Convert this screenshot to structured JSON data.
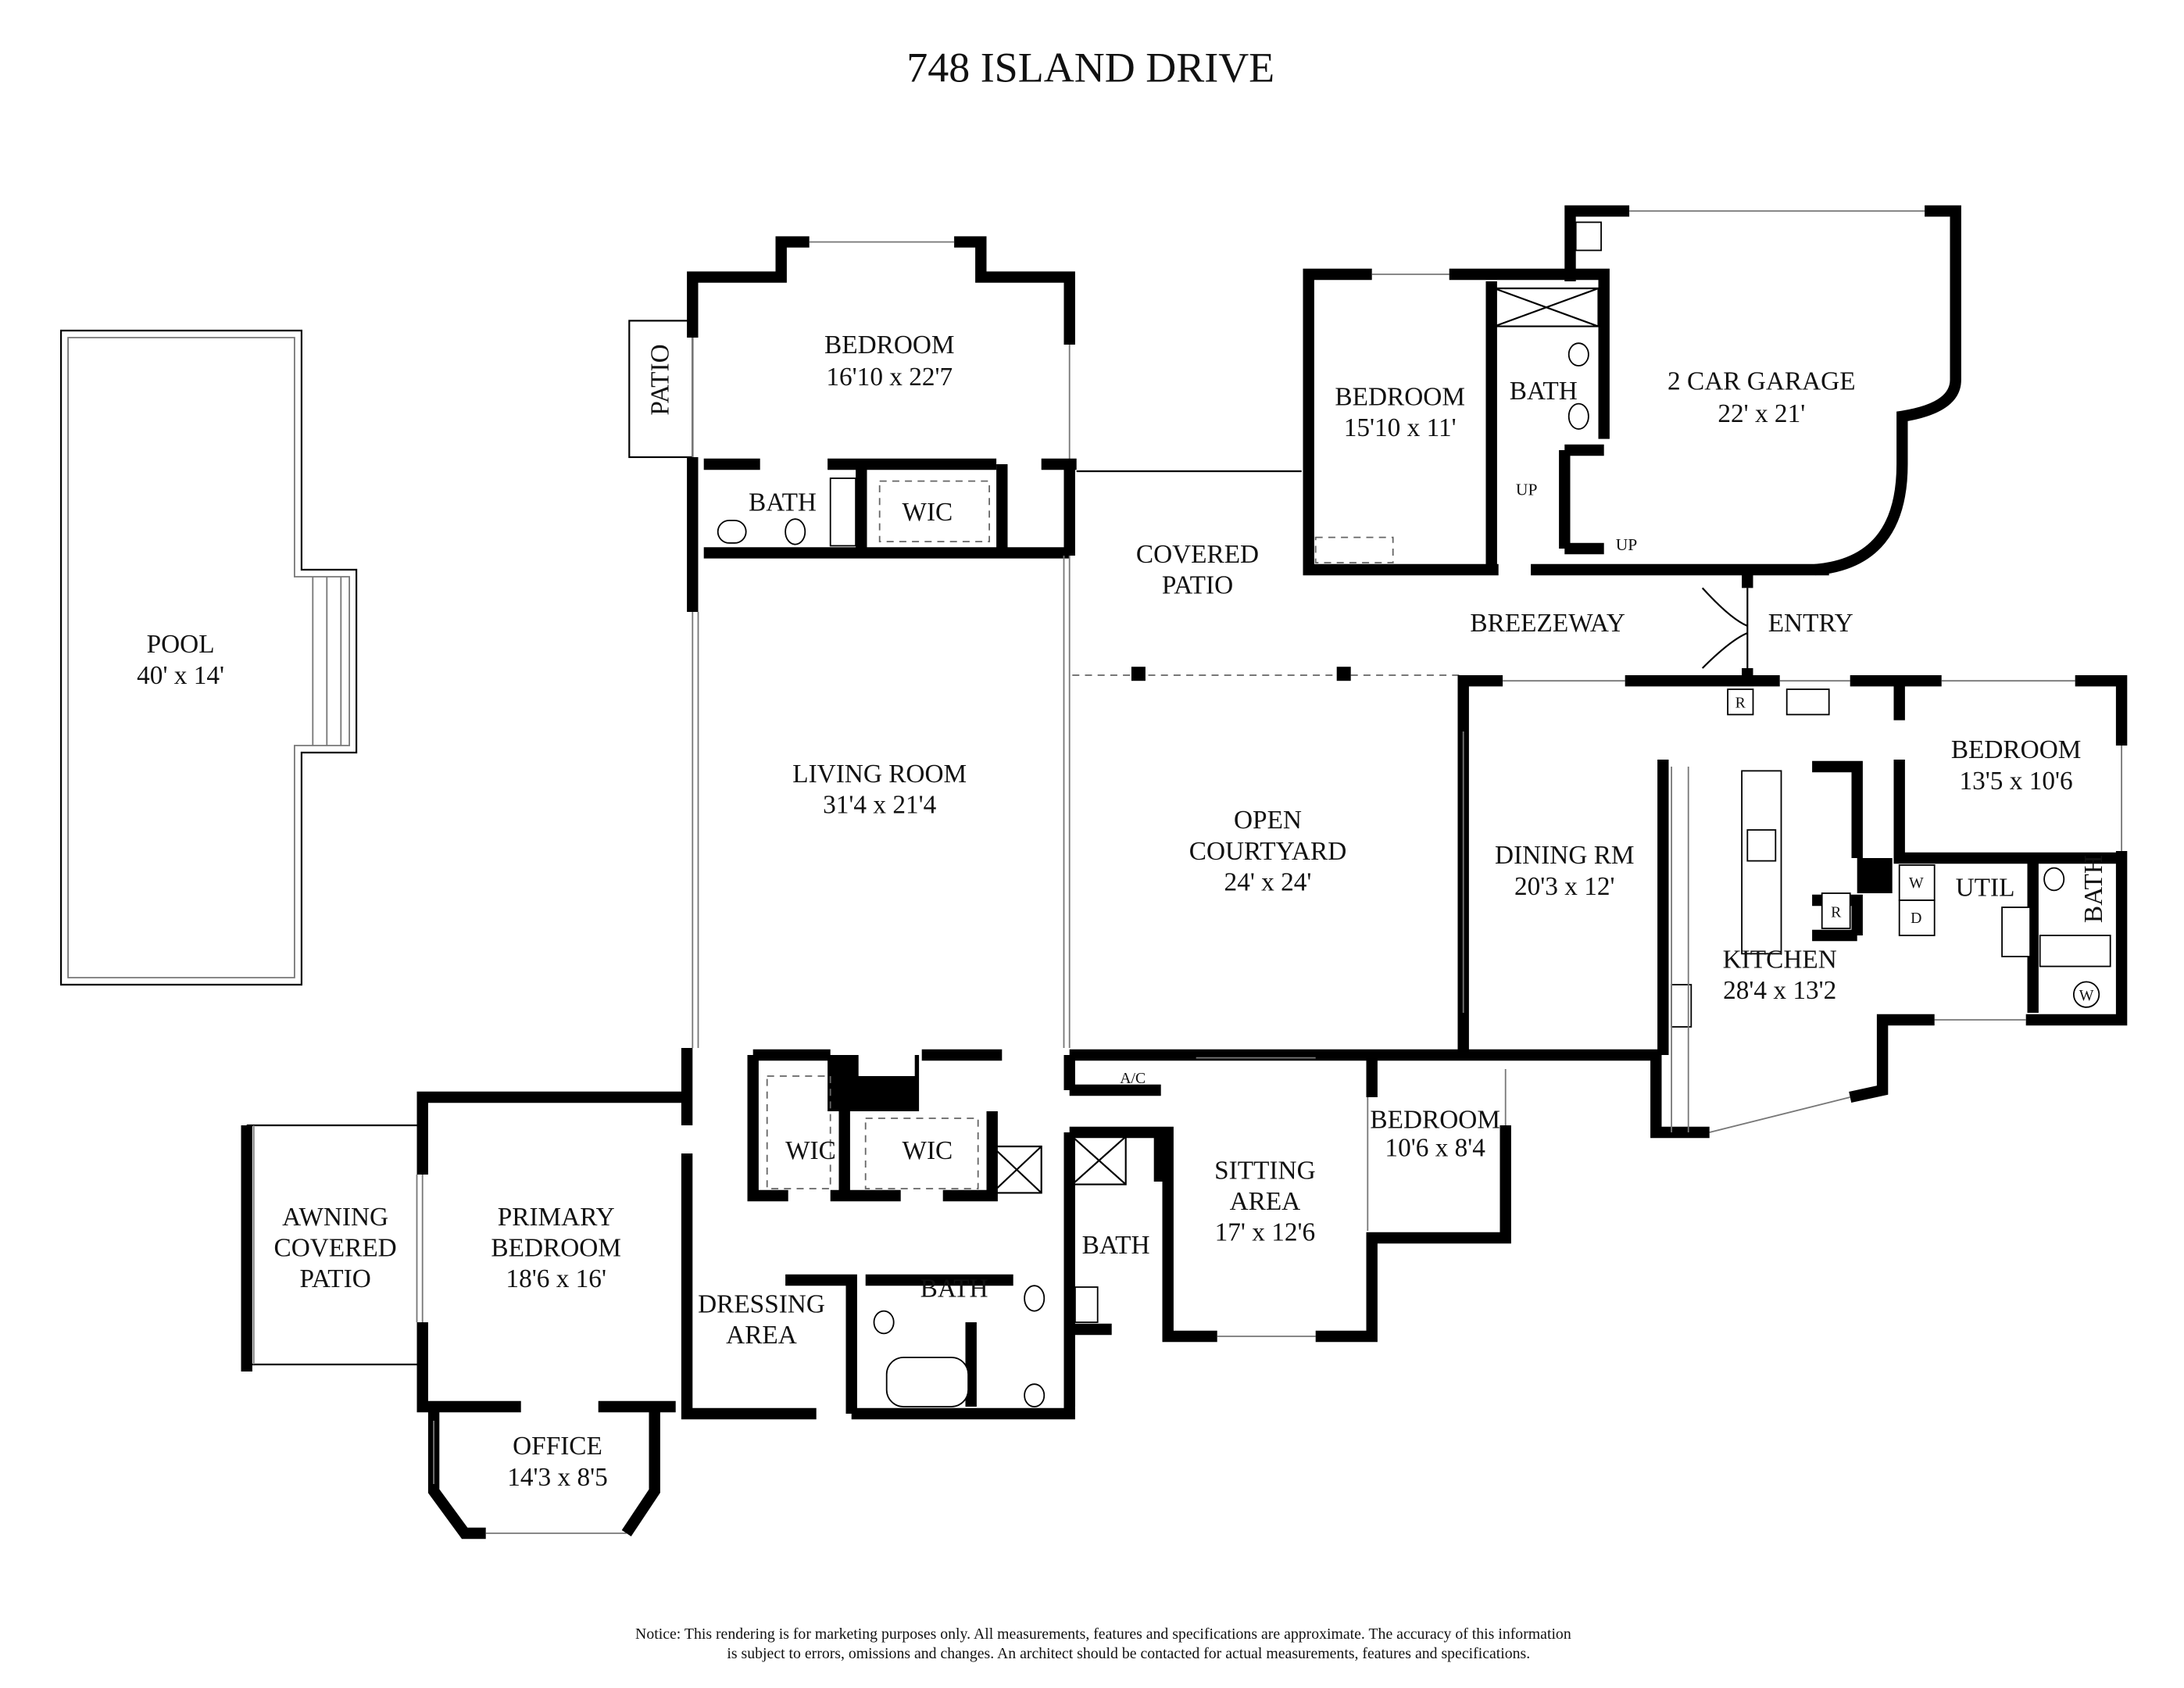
{
  "title": "748 ISLAND DRIVE",
  "rooms": {
    "pool": {
      "name": "POOL",
      "dims": "40' x 14'"
    },
    "patio": {
      "name": "PATIO"
    },
    "bedroom_top": {
      "name": "BEDROOM",
      "dims": "16'10 x 22'7"
    },
    "bath_top": {
      "name": "BATH"
    },
    "wic_top": {
      "name": "WIC"
    },
    "living_room": {
      "name": "LIVING ROOM",
      "dims": "31'4 x 21'4"
    },
    "covered_patio": {
      "line1": "COVERED",
      "line2": "PATIO"
    },
    "bedroom_guest": {
      "name": "BEDROOM",
      "dims": "15'10 x 11'"
    },
    "bath_guest": {
      "name": "BATH"
    },
    "garage": {
      "name": "2 CAR GARAGE",
      "dims": "22' x 21'"
    },
    "up1": "UP",
    "up2": "UP",
    "breezeway": {
      "name": "BREEZEWAY"
    },
    "entry": {
      "name": "ENTRY"
    },
    "bedroom_east": {
      "name": "BEDROOM",
      "dims": "13'5 x 10'6"
    },
    "open_courtyard": {
      "line1": "OPEN",
      "line2": "COURTYARD",
      "dims": "24' x 24'"
    },
    "dining": {
      "name": "DINING RM",
      "dims": "20'3 x 12'"
    },
    "util": {
      "name": "UTIL"
    },
    "bath_east": {
      "name": "BATH"
    },
    "kitchen": {
      "name": "KITCHEN",
      "dims": "28'4 x 13'2"
    },
    "appliances": {
      "washer": "W",
      "dryer": "D",
      "fridge1": "R",
      "fridge2": "R",
      "water_heater": "W"
    },
    "ac": "A/C",
    "wic_a": {
      "name": "WIC"
    },
    "wic_b": {
      "name": "WIC"
    },
    "bedroom_small": {
      "name": "BEDROOM",
      "dims": "10'6 x 8'4"
    },
    "sitting": {
      "line1": "SITTING",
      "line2": "AREA",
      "dims": "17' x 12'6"
    },
    "bath_sitting": {
      "name": "BATH"
    },
    "awning_patio": {
      "line1": "AWNING",
      "line2": "COVERED",
      "line3": "PATIO"
    },
    "primary_bedroom": {
      "line1": "PRIMARY",
      "line2": "BEDROOM",
      "dims": "18'6 x 16'"
    },
    "dressing": {
      "line1": "DRESSING",
      "line2": "AREA"
    },
    "bath_primary": {
      "name": "BATH"
    },
    "office": {
      "name": "OFFICE",
      "dims": "14'3 x 8'5"
    }
  },
  "notice": {
    "line1": "Notice: This rendering is for marketing purposes only. All measurements, features and specifications are approximate. The accuracy of this information",
    "line2": "is subject to errors, omissions and changes. An architect should be contacted for actual measurements, features and specifications."
  }
}
